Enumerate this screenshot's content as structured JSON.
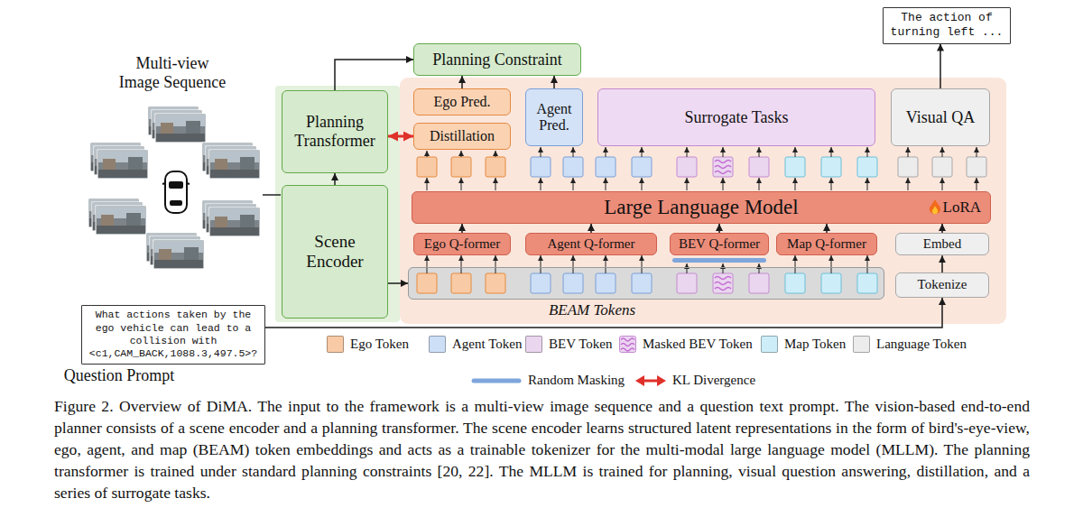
{
  "diagram": {
    "caption": "Figure 2. Overview of DiMA. The input to the framework is a multi-view image sequence and a question text prompt. The vision-based end-to-end planner consists of a scene encoder and a planning transformer. The scene encoder learns structured latent representations in the form of bird's-eye-view, ego, agent, and map (BEAM) token embeddings and acts as a trainable tokenizer for the multi-modal large language model (MLLM). The planning transformer is trained under standard planning constraints [20, 22]. The MLLM is trained for planning, visual question answering, distillation, and a series of surrogate tasks.",
    "nodes": [
      {
        "text": [
          "The action of turning left ..."
        ]
      },
      {
        "text": [
          "Planning Constraint"
        ]
      },
      {
        "text": [
          "Planning Transformer"
        ]
      },
      {
        "text": [
          "Scene Encoder"
        ]
      },
      {
        "text": [
          "Ego Pred."
        ]
      },
      {
        "text": [
          "Distillation"
        ]
      },
      {
        "text": [
          "Agent Pred."
        ]
      },
      {
        "text": [
          "Surrogate Tasks"
        ]
      },
      {
        "text": [
          "Visual QA"
        ]
      },
      {
        "text": [
          "Large Language Model",
          "LoRA"
        ]
      },
      {
        "text": [
          "Ego Q-former"
        ]
      },
      {
        "text": [
          "Agent Q-former"
        ]
      },
      {
        "text": [
          "BEV Q-former"
        ]
      },
      {
        "text": [
          "Map Q-former"
        ]
      },
      {
        "text": [
          "Embed"
        ]
      },
      {
        "text": [
          "BEAM Tokens"
        ]
      },
      {
        "text": [
          "Tokenize"
        ]
      },
      {
        "text": [
          "What actions taken by the ego vehicle can lead to a collision with <c1,CAM_BACK,1088.3,497.5>?",
          "Question Prompt"
        ]
      }
    ],
    "edges": [
      {
        "from": 3,
        "to": 2,
        "arrow": "to"
      },
      {
        "from": 2,
        "to": 1,
        "arrow": "to"
      },
      {
        "from": 2,
        "to": 5,
        "arrow": "both"
      },
      {
        "from": 4,
        "to": 1,
        "arrow": "to"
      },
      {
        "from": 6,
        "to": 1,
        "arrow": "to"
      },
      {
        "from": 8,
        "to": 0,
        "arrow": "to"
      },
      {
        "from": 10,
        "to": 9,
        "arrow": "to"
      },
      {
        "from": 11,
        "to": 9,
        "arrow": "to"
      },
      {
        "from": 12,
        "to": 9,
        "arrow": "to"
      },
      {
        "from": 13,
        "to": 9,
        "arrow": "to"
      },
      {
        "from": 14,
        "to": 9,
        "arrow": "to"
      },
      {
        "from": 16,
        "to": 14,
        "arrow": "to"
      },
      {
        "from": 3,
        "to": 15,
        "arrow": "to"
      },
      {
        "from": 17,
        "to": 16,
        "arrow": "to"
      }
    ],
    "labels": [
      "Multi-view Image Sequence"
    ],
    "legend": [
      {
        "text": "Ego Token",
        "color": "#f8cba6"
      },
      {
        "text": "Agent Token",
        "color": "#cddff6"
      },
      {
        "text": "BEV Token",
        "color": "#ead6ef"
      },
      {
        "text": "Masked BEV Token"
      },
      {
        "text": "Map Token",
        "color": "#cdeef8"
      },
      {
        "text": "Language Token",
        "color": "#ececec"
      },
      {
        "text": "Random Masking"
      },
      {
        "text": "KL Divergence"
      }
    ]
  }
}
